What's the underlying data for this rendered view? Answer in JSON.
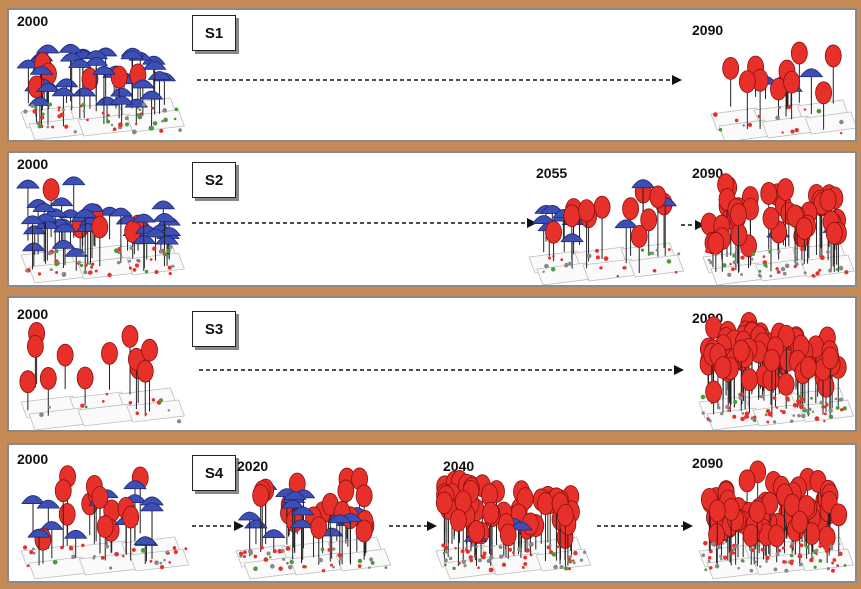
{
  "panels": [
    {
      "label": "S1",
      "start_year": "2000",
      "end_year": "2090",
      "intermediate_years": []
    },
    {
      "label": "S2",
      "start_year": "2000",
      "end_year": "2090",
      "intermediate_years": [
        "2055"
      ]
    },
    {
      "label": "S3",
      "start_year": "2000",
      "end_year": "2090",
      "intermediate_years": []
    },
    {
      "label": "S4",
      "start_year": "2000",
      "end_year": "2090",
      "intermediate_years": [
        "2020",
        "2040"
      ]
    }
  ],
  "colors": {
    "background": "#c58a55",
    "blue_tree": "#3d4fb5",
    "red_tree": "#e8302a",
    "green_tree": "#4a9a3a",
    "plot_grid": "#bcbcbc"
  },
  "stands": [
    {
      "id": "s1-2000",
      "blue": 40,
      "red": 6,
      "density": 50
    },
    {
      "id": "s1-2090",
      "blue": 5,
      "red": 10,
      "density": 16
    },
    {
      "id": "s2-2000",
      "blue": 40,
      "red": 6,
      "density": 50
    },
    {
      "id": "s2-2055",
      "blue": 12,
      "red": 12,
      "density": 26
    },
    {
      "id": "s2-2090",
      "blue": 3,
      "red": 45,
      "density": 50
    },
    {
      "id": "s3-2000",
      "blue": 0,
      "red": 12,
      "density": 14
    },
    {
      "id": "s3-2090",
      "blue": 0,
      "red": 70,
      "density": 70
    },
    {
      "id": "s4-2000",
      "blue": 14,
      "red": 14,
      "density": 30
    },
    {
      "id": "s4-2020",
      "blue": 18,
      "red": 20,
      "density": 40
    },
    {
      "id": "s4-2040",
      "blue": 4,
      "red": 55,
      "density": 60
    },
    {
      "id": "s4-2090",
      "blue": 0,
      "red": 70,
      "density": 70
    }
  ]
}
